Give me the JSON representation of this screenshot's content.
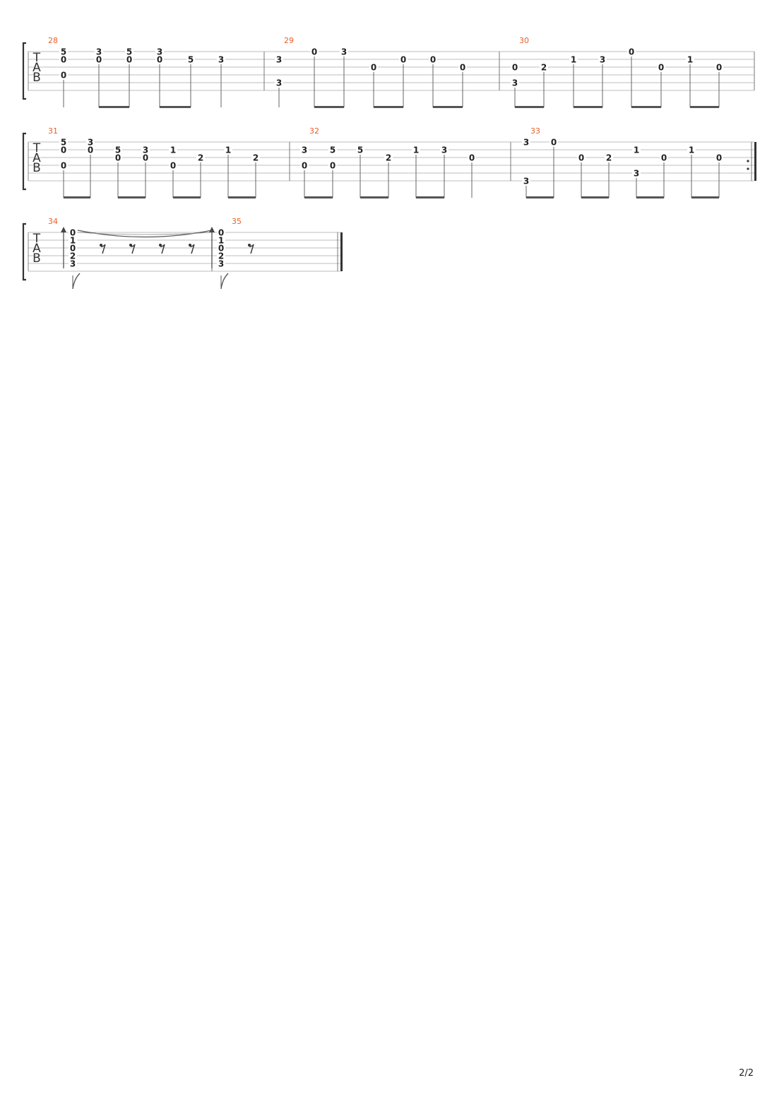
{
  "page_number": "2/2",
  "tab_label": [
    "T",
    "A",
    "B"
  ],
  "systems": [
    {
      "measures": [
        {
          "number": "28",
          "notes": [
            {
              "frets": [
                [
                  1,
                  "5"
                ],
                [
                  2,
                  "0"
                ],
                [
                  4,
                  "0"
                ]
              ]
            },
            {
              "frets": [
                [
                  1,
                  "3"
                ],
                [
                  2,
                  "0"
                ]
              ]
            },
            {
              "frets": [
                [
                  1,
                  "5"
                ],
                [
                  2,
                  "0"
                ]
              ]
            },
            {
              "frets": [
                [
                  1,
                  "3"
                ],
                [
                  2,
                  "0"
                ]
              ]
            },
            {
              "frets": [
                [
                  2,
                  "5"
                ]
              ]
            },
            {
              "frets": [
                [
                  2,
                  "3"
                ]
              ]
            }
          ]
        },
        {
          "number": "29",
          "notes": [
            {
              "frets": [
                [
                  2,
                  "3"
                ],
                [
                  5,
                  "3"
                ]
              ]
            },
            {
              "frets": [
                [
                  1,
                  "0"
                ]
              ]
            },
            {
              "frets": [
                [
                  1,
                  "3"
                ]
              ]
            },
            {
              "frets": [
                [
                  3,
                  "0"
                ]
              ]
            },
            {
              "frets": [
                [
                  2,
                  "0"
                ]
              ]
            },
            {
              "frets": [
                [
                  2,
                  "0"
                ]
              ]
            },
            {
              "frets": [
                [
                  3,
                  "0"
                ]
              ]
            }
          ]
        },
        {
          "number": "30",
          "notes": [
            {
              "frets": [
                [
                  3,
                  "0"
                ],
                [
                  5,
                  "3"
                ]
              ]
            },
            {
              "frets": [
                [
                  3,
                  "2"
                ]
              ]
            },
            {
              "frets": [
                [
                  2,
                  "1"
                ]
              ]
            },
            {
              "frets": [
                [
                  2,
                  "3"
                ]
              ]
            },
            {
              "frets": [
                [
                  1,
                  "0"
                ]
              ]
            },
            {
              "frets": [
                [
                  3,
                  "0"
                ]
              ]
            },
            {
              "frets": [
                [
                  2,
                  "1"
                ]
              ]
            },
            {
              "frets": [
                [
                  3,
                  "0"
                ]
              ]
            }
          ]
        }
      ]
    },
    {
      "measures": [
        {
          "number": "31",
          "notes": [
            {
              "frets": [
                [
                  1,
                  "5"
                ],
                [
                  2,
                  "0"
                ],
                [
                  4,
                  "0"
                ]
              ]
            },
            {
              "frets": [
                [
                  1,
                  "3"
                ],
                [
                  2,
                  "0"
                ]
              ]
            },
            {
              "frets": [
                [
                  2,
                  "5"
                ],
                [
                  3,
                  "0"
                ]
              ]
            },
            {
              "frets": [
                [
                  2,
                  "3"
                ],
                [
                  3,
                  "0"
                ]
              ]
            },
            {
              "frets": [
                [
                  2,
                  "1"
                ],
                [
                  4,
                  "0"
                ]
              ]
            },
            {
              "frets": [
                [
                  3,
                  "2"
                ]
              ]
            },
            {
              "frets": [
                [
                  2,
                  "1"
                ]
              ]
            },
            {
              "frets": [
                [
                  3,
                  "2"
                ]
              ]
            }
          ]
        },
        {
          "number": "32",
          "notes": [
            {
              "frets": [
                [
                  2,
                  "3"
                ],
                [
                  4,
                  "0"
                ]
              ]
            },
            {
              "frets": [
                [
                  2,
                  "5"
                ],
                [
                  4,
                  "0"
                ]
              ]
            },
            {
              "frets": [
                [
                  2,
                  "5"
                ]
              ]
            },
            {
              "frets": [
                [
                  3,
                  "2"
                ]
              ]
            },
            {
              "frets": [
                [
                  2,
                  "1"
                ]
              ]
            },
            {
              "frets": [
                [
                  2,
                  "3"
                ]
              ]
            },
            {
              "frets": [
                [
                  3,
                  "0"
                ]
              ]
            }
          ]
        },
        {
          "number": "33",
          "notes": [
            {
              "frets": [
                [
                  1,
                  "3"
                ],
                [
                  6,
                  "3"
                ]
              ]
            },
            {
              "frets": [
                [
                  1,
                  "0"
                ]
              ]
            },
            {
              "frets": [
                [
                  3,
                  "0"
                ]
              ]
            },
            {
              "frets": [
                [
                  3,
                  "2"
                ]
              ]
            },
            {
              "frets": [
                [
                  2,
                  "1"
                ],
                [
                  5,
                  "3"
                ]
              ]
            },
            {
              "frets": [
                [
                  3,
                  "0"
                ]
              ]
            },
            {
              "frets": [
                [
                  2,
                  "1"
                ]
              ]
            },
            {
              "frets": [
                [
                  3,
                  "0"
                ]
              ]
            }
          ]
        }
      ]
    },
    {
      "measures": [
        {
          "number": "34",
          "notes": [
            {
              "frets": [
                [
                  1,
                  "0"
                ],
                [
                  2,
                  "1"
                ],
                [
                  3,
                  "0"
                ],
                [
                  4,
                  "2"
                ],
                [
                  5,
                  "3"
                ]
              ]
            },
            {
              "rest": true
            },
            {
              "rest": true
            },
            {
              "rest": true
            },
            {
              "rest": true
            },
            {
              "frets": [
                [
                  1,
                  "0"
                ],
                [
                  2,
                  "1"
                ],
                [
                  3,
                  "0"
                ],
                [
                  4,
                  "2"
                ],
                [
                  5,
                  "3"
                ]
              ]
            },
            {
              "rest": true
            }
          ]
        },
        {
          "number": "35",
          "notes": []
        }
      ]
    }
  ]
}
